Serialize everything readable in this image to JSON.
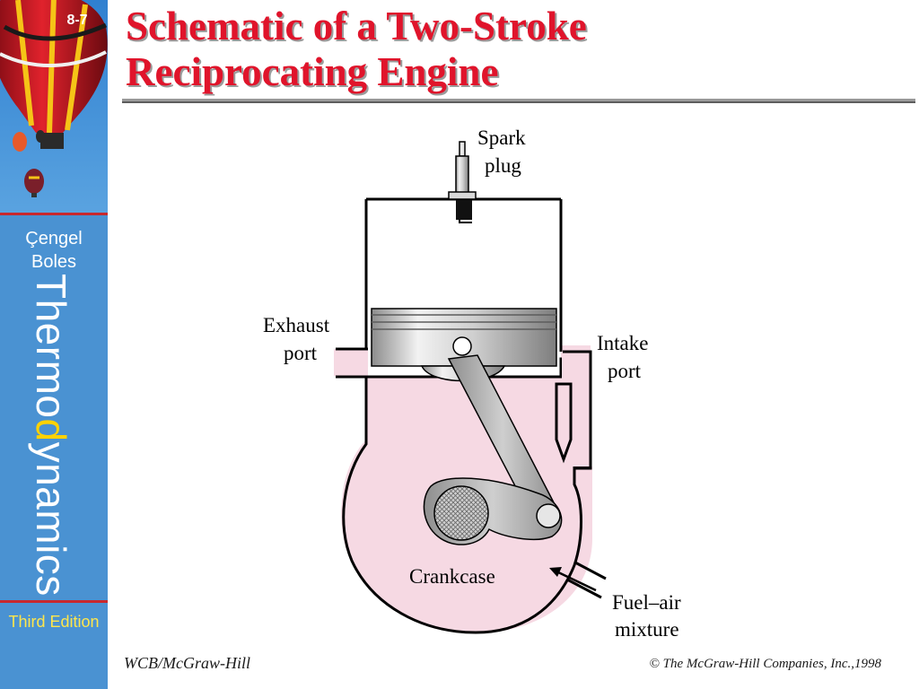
{
  "sidebar": {
    "slide_number": "8-7",
    "authors": [
      "Çengel",
      "Boles"
    ],
    "book_title_prefix": "Thermo",
    "book_title_accent": "d",
    "book_title_suffix": "ynamics",
    "edition": "Third Edition"
  },
  "slide": {
    "title_line1": "Schematic of a Two-Stroke",
    "title_line2": "Reciprocating Engine"
  },
  "diagram": {
    "labels": {
      "spark_plug_line1": "Spark",
      "spark_plug_line2": "plug",
      "exhaust_port_line1": "Exhaust",
      "exhaust_port_line2": "port",
      "intake_port_line1": "Intake",
      "intake_port_line2": "port",
      "crankcase": "Crankcase",
      "fuel_air_line1": "Fuel–air",
      "fuel_air_line2": "mixture"
    },
    "colors": {
      "crankcase_fill": "#f6d9e3",
      "outline": "#000000",
      "piston_light": "#ececec",
      "piston_dark": "#8c8c8c",
      "rod": "#b8b8b8"
    }
  },
  "footer": {
    "publisher": "WCB/McGraw-Hill",
    "copyright": "© The McGraw-Hill Companies, Inc.,1998"
  }
}
